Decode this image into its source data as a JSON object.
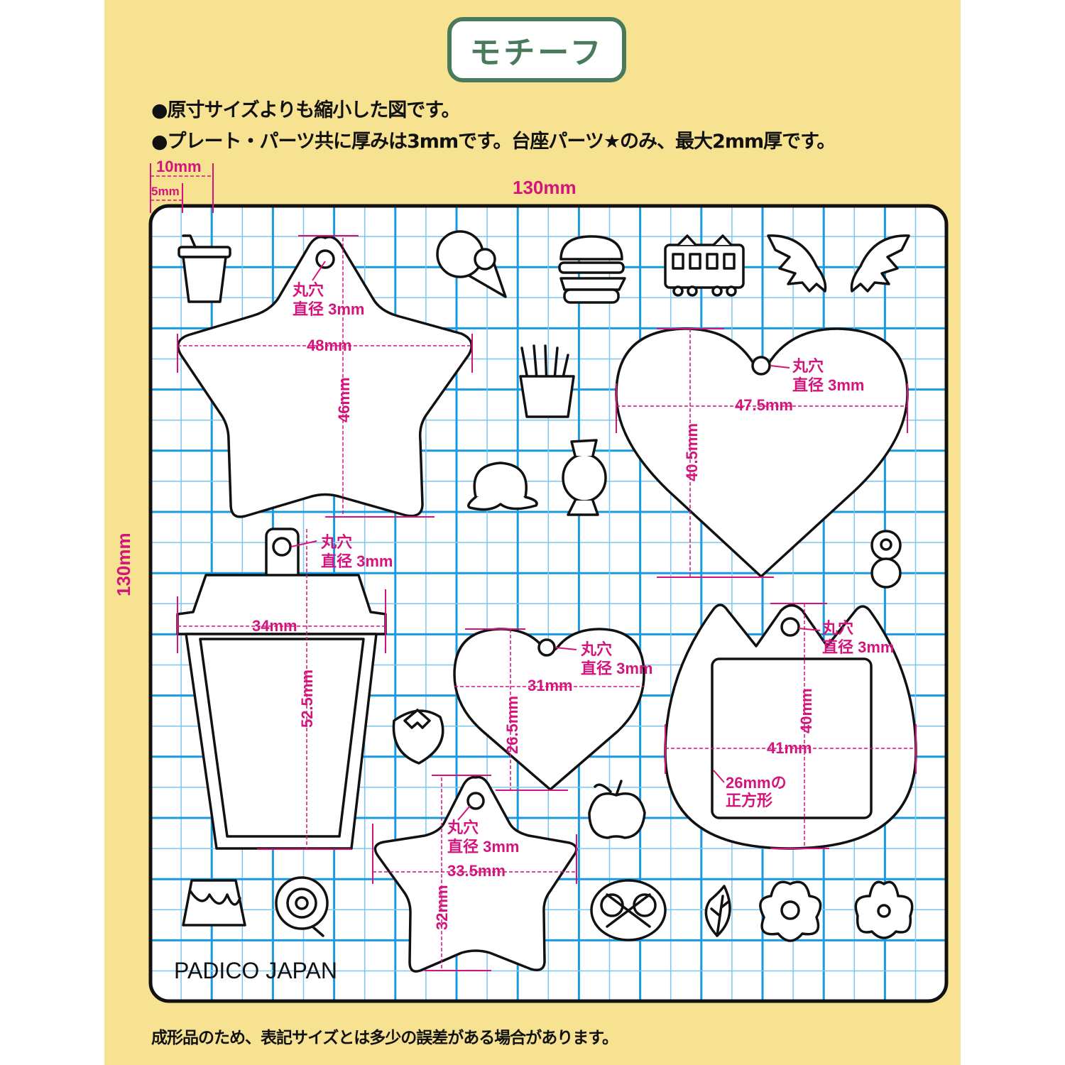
{
  "header": {
    "title": "モチーフ"
  },
  "notes": [
    "●原寸サイズよりも縮小した図です。",
    "●プレート・パーツ共に厚みは3mmです。台座パーツ★のみ、最大2mm厚です。"
  ],
  "scale": {
    "ten": "10mm",
    "five": "5mm",
    "width": "130mm",
    "height": "130mm"
  },
  "hole": {
    "line1": "丸穴",
    "line2": "直径 3mm"
  },
  "parts": {
    "big_star": {
      "width": "48mm",
      "height": "46mm"
    },
    "big_heart": {
      "width": "47.5mm",
      "height": "40.5mm"
    },
    "cup": {
      "width": "34mm",
      "height": "52.5mm"
    },
    "small_heart": {
      "width": "31mm",
      "height": "26.5mm"
    },
    "cat": {
      "width": "41mm",
      "height": "40mm",
      "window_line1": "26mmの",
      "window_line2": "正方形"
    },
    "small_star": {
      "width": "33.5mm",
      "height": "32mm"
    }
  },
  "logo": "PADICO JAPAN",
  "footer": "成形品のため、表記サイズとは多少の誤差がある場合があります。",
  "colors": {
    "background": "#f6e290",
    "accent": "#d4147c",
    "grid": "#1a9ae0",
    "title": "#4a7a5c"
  }
}
